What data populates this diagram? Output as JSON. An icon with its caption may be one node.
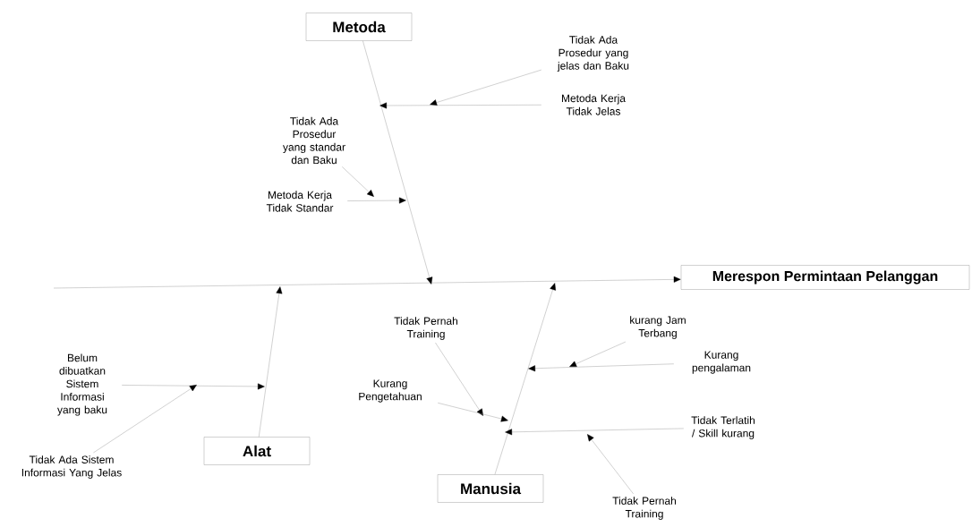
{
  "diagram": {
    "nodes": [
      {
        "text": [
          "Metoda"
        ]
      },
      {
        "text": [
          "Tidak Ada Prosedur yang jelas dan Baku"
        ]
      },
      {
        "text": [
          "Metoda Kerja Tidak Jelas"
        ]
      },
      {
        "text": [
          "Tidak Ada Prosedur yang standar dan Baku"
        ]
      },
      {
        "text": [
          "Metoda Kerja Tidak Standar"
        ]
      },
      {
        "text": [
          "Merespon Permintaan Pelanggan"
        ]
      },
      {
        "text": [
          "Alat"
        ]
      },
      {
        "text": [
          "Belum dibuatkan Sistem Informasi yang baku"
        ]
      },
      {
        "text": [
          "Tidak Ada Sistem Informasi Yang Jelas"
        ]
      },
      {
        "text": [
          "Manusia"
        ]
      },
      {
        "text": [
          "Tidak Pernah Training"
        ]
      },
      {
        "text": [
          "kurang Jam Terbang"
        ]
      },
      {
        "text": [
          "Kurang pengalaman"
        ]
      },
      {
        "text": [
          "Kurang Pengetahuan"
        ]
      },
      {
        "text": [
          "Tidak Terlatih / Skill kurang"
        ]
      },
      {
        "text": [
          "Tidak Pernah Training"
        ]
      }
    ],
    "edges": [
      {
        "from": null,
        "to": 5,
        "arrow": "to"
      },
      {
        "from": 0,
        "to": null,
        "arrow": "to"
      },
      {
        "from": 6,
        "to": null,
        "arrow": "to"
      },
      {
        "from": 9,
        "to": null,
        "arrow": "to"
      },
      {
        "from": 1,
        "to": null,
        "arrow": "to"
      },
      {
        "from": 2,
        "to": null,
        "arrow": "to"
      },
      {
        "from": 3,
        "to": null,
        "arrow": "to"
      },
      {
        "from": 4,
        "to": null,
        "arrow": "to"
      },
      {
        "from": 7,
        "to": null,
        "arrow": "to"
      },
      {
        "from": 8,
        "to": null,
        "arrow": "to"
      },
      {
        "from": 10,
        "to": null,
        "arrow": "to"
      },
      {
        "from": 11,
        "to": null,
        "arrow": "to"
      },
      {
        "from": 12,
        "to": null,
        "arrow": "to"
      },
      {
        "from": 13,
        "to": null,
        "arrow": "to"
      },
      {
        "from": 14,
        "to": null,
        "arrow": "to"
      },
      {
        "from": 15,
        "to": null,
        "arrow": "to"
      }
    ]
  }
}
